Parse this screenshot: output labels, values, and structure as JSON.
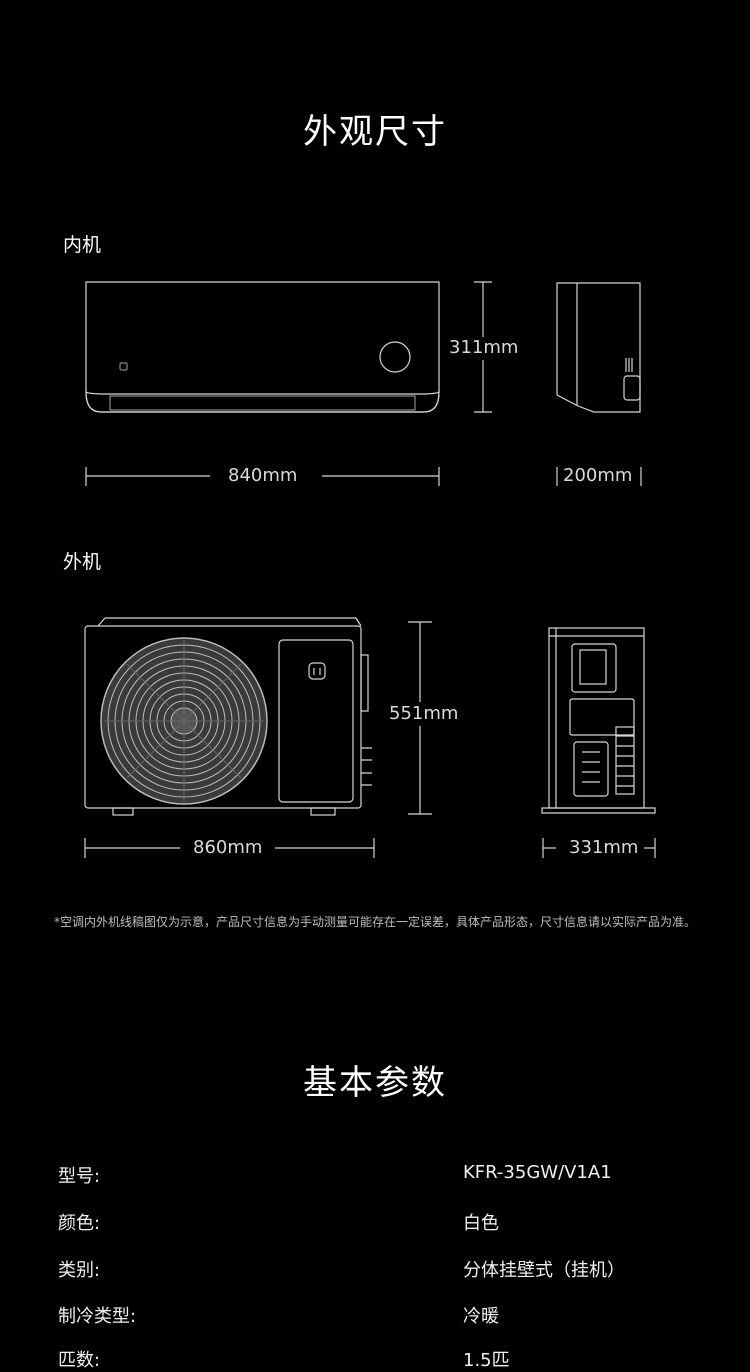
{
  "appearance": {
    "title": "外观尺寸",
    "indoor": {
      "label": "内机",
      "height": "311mm",
      "width": "840mm",
      "depth": "200mm"
    },
    "outdoor": {
      "label": "外机",
      "height": "551mm",
      "width": "860mm",
      "depth": "331mm"
    },
    "note": "*空调内外机线稿图仅为示意，产品尺寸信息为手动测量可能存在一定误差，具体产品形态，尺寸信息请以实际产品为准。"
  },
  "specs": {
    "title": "基本参数",
    "rows": [
      {
        "label": "型号:",
        "value": "KFR-35GW/V1A1"
      },
      {
        "label": "颜色:",
        "value": "白色"
      },
      {
        "label": "类别:",
        "value": "分体挂壁式（挂机）"
      },
      {
        "label": "制冷类型:",
        "value": "冷暖"
      },
      {
        "label": "匹数:",
        "value": "1.5匹"
      }
    ]
  },
  "icons": [
    "mijia-logo-icon",
    "fan-grille-icon",
    "control-knob-icon"
  ]
}
